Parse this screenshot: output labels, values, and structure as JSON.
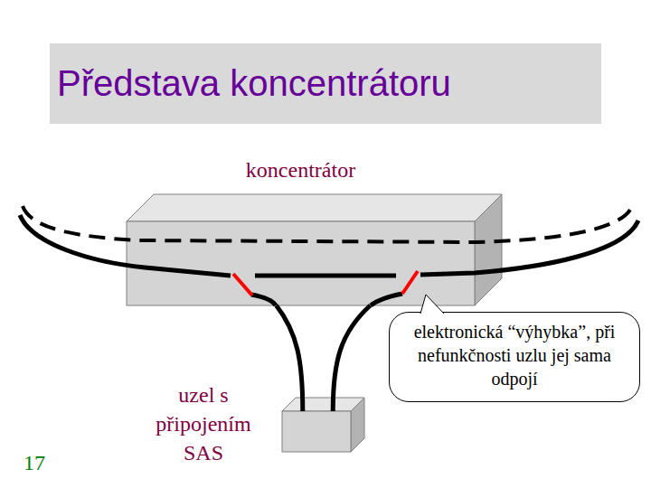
{
  "diagram": {
    "title": "Představa koncentrátoru",
    "nodes": [
      {
        "text": [
          "koncentrátor"
        ]
      },
      {
        "text": [
          "uzel s připojením SAS"
        ]
      },
      {
        "text": [
          "elektronická “výhybka”, při nefunkčnosti uzlu jej sama odpojí"
        ]
      }
    ],
    "edges": [
      {
        "from": 0,
        "to": 1,
        "arrow": "none"
      },
      {
        "from": 0,
        "to": 1,
        "arrow": "none"
      }
    ],
    "labels": [
      "17"
    ]
  }
}
